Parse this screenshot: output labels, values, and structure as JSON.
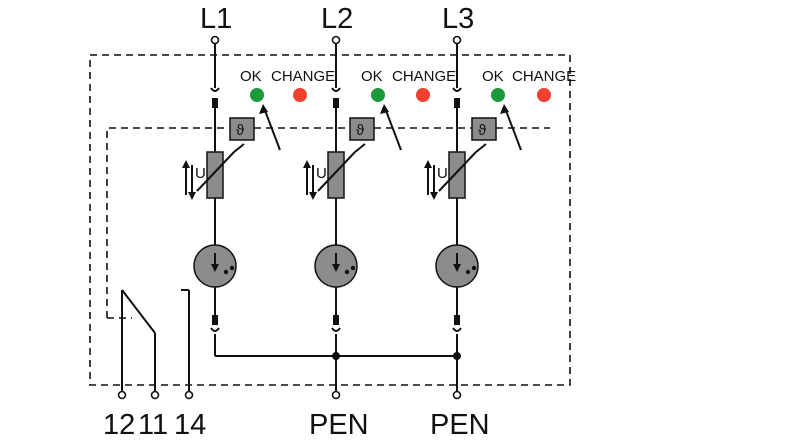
{
  "diagram": {
    "phases": [
      {
        "label": "L1",
        "ok_label": "OK",
        "change_label": "CHANGE"
      },
      {
        "label": "L2",
        "ok_label": "OK",
        "change_label": "CHANGE"
      },
      {
        "label": "L3",
        "ok_label": "OK",
        "change_label": "CHANGE"
      }
    ],
    "thermal_symbol": "ϑ",
    "varistor_symbol": "U",
    "relay_terminals": [
      "12",
      "11",
      "14"
    ],
    "pen_terminals": [
      "PEN",
      "PEN"
    ],
    "colors": {
      "ok_led": "#1a9a3a",
      "change_led": "#ef4030",
      "component_fill": "#8c8c8c",
      "line": "#111111"
    }
  }
}
